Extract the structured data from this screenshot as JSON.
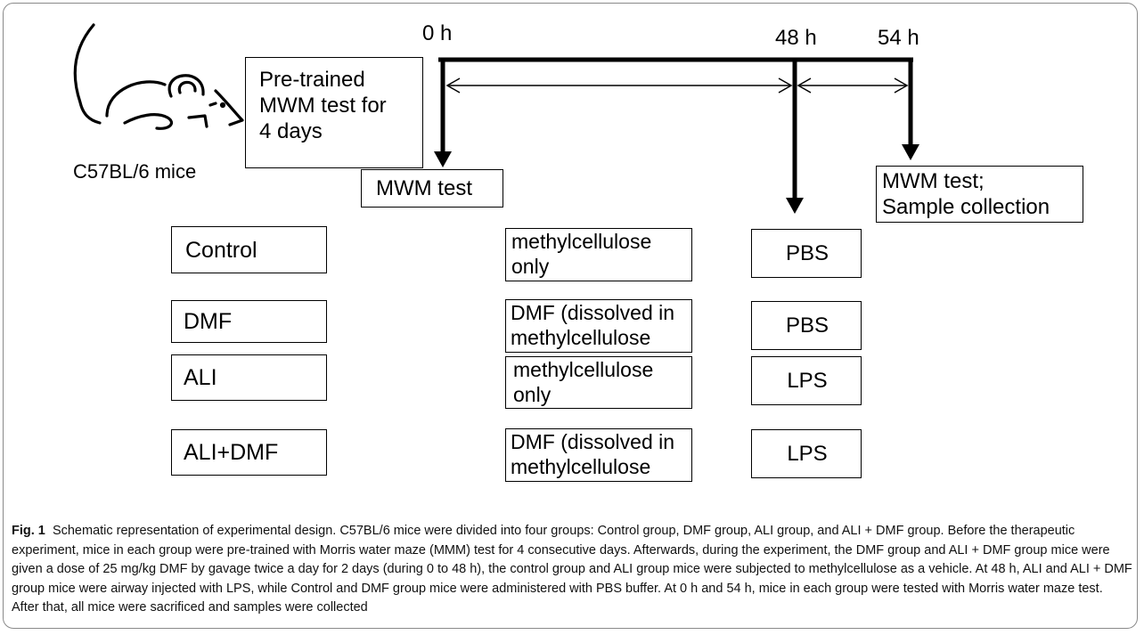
{
  "timeline": {
    "t0": "0 h",
    "t48": "48 h",
    "t54": "54 h"
  },
  "mouse_label": "C57BL/6 mice",
  "pretrain_box": "Pre-trained\nMWM test for\n4 days",
  "mwm_box": "MWM test",
  "final_box": "MWM test;\nSample collection",
  "groups": [
    {
      "name": "Control",
      "treatment": "methylcellulose\nonly",
      "injection": "PBS"
    },
    {
      "name": "DMF",
      "treatment": "DMF (dissolved in\nmethylcellulose",
      "injection": "PBS"
    },
    {
      "name": "ALI",
      "treatment": "methylcellulose\nonly",
      "injection": "LPS"
    },
    {
      "name": "ALI+DMF",
      "treatment": "DMF (dissolved in\nmethylcellulose",
      "injection": "LPS"
    }
  ],
  "caption": {
    "label": "Fig. 1",
    "text": "Schematic representation of experimental design. C57BL/6 mice were divided into four groups: Control group, DMF group, ALI group, and ALI + DMF group. Before the therapeutic experiment, mice in each group were pre-trained with Morris water maze (MMM) test for 4 consecutive days. Afterwards, during the experiment, the DMF group and ALI + DMF group mice were given a dose of 25 mg/kg DMF by gavage twice a day for 2 days (during 0 to 48 h), the control group and ALI group mice were subjected to methylcellulose as a vehicle. At 48 h, ALI and ALI + DMF group mice were airway injected with LPS, while Control and DMF group mice were administered with PBS buffer. At 0 h and 54 h, mice in each group were tested with Morris water maze test. After that, all mice were sacrificed and samples were collected"
  }
}
